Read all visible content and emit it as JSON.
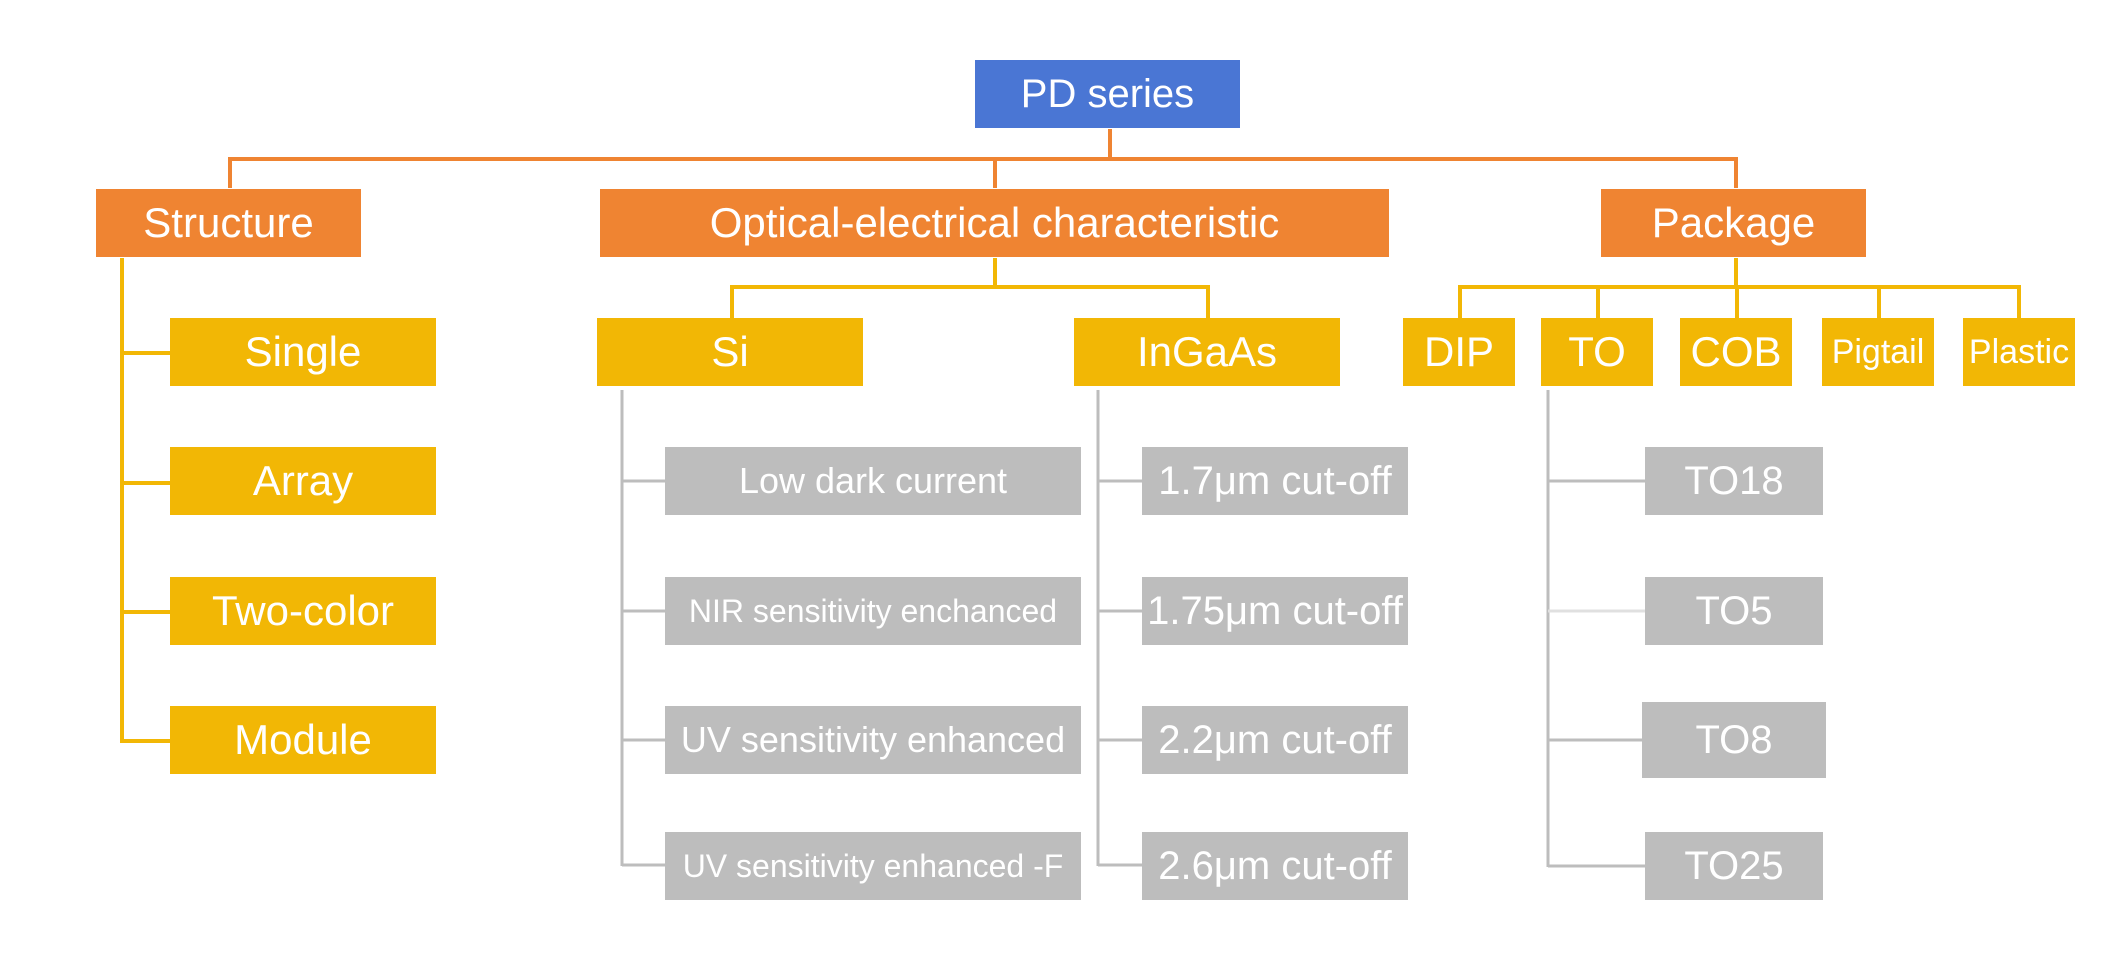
{
  "colors": {
    "root": "#4a76d4",
    "level1": "#ef8432",
    "level2": "#f2b705",
    "leaf": "#bdbdbd",
    "leaf_line": "#bdbdbd"
  },
  "root": {
    "label": "PD series"
  },
  "structure": {
    "label": "Structure",
    "items": [
      "Single",
      "Array",
      "Two-color",
      "Module"
    ]
  },
  "optical": {
    "label": "Optical-electrical characteristic",
    "si": {
      "label": "Si",
      "items": [
        "Low dark current",
        "NIR sensitivity enchanced",
        "UV sensitivity enhanced",
        "UV sensitivity enhanced -F"
      ]
    },
    "ingaas": {
      "label": "InGaAs",
      "items": [
        "1.7μm cut-off",
        "1.75μm cut-off",
        "2.2μm cut-off",
        "2.6μm cut-off"
      ]
    }
  },
  "package": {
    "label": "Package",
    "types": [
      "DIP",
      "TO",
      "COB",
      "Pigtail",
      "Plastic"
    ],
    "to_items": [
      "TO18",
      "TO5",
      "TO8",
      "TO25"
    ]
  }
}
